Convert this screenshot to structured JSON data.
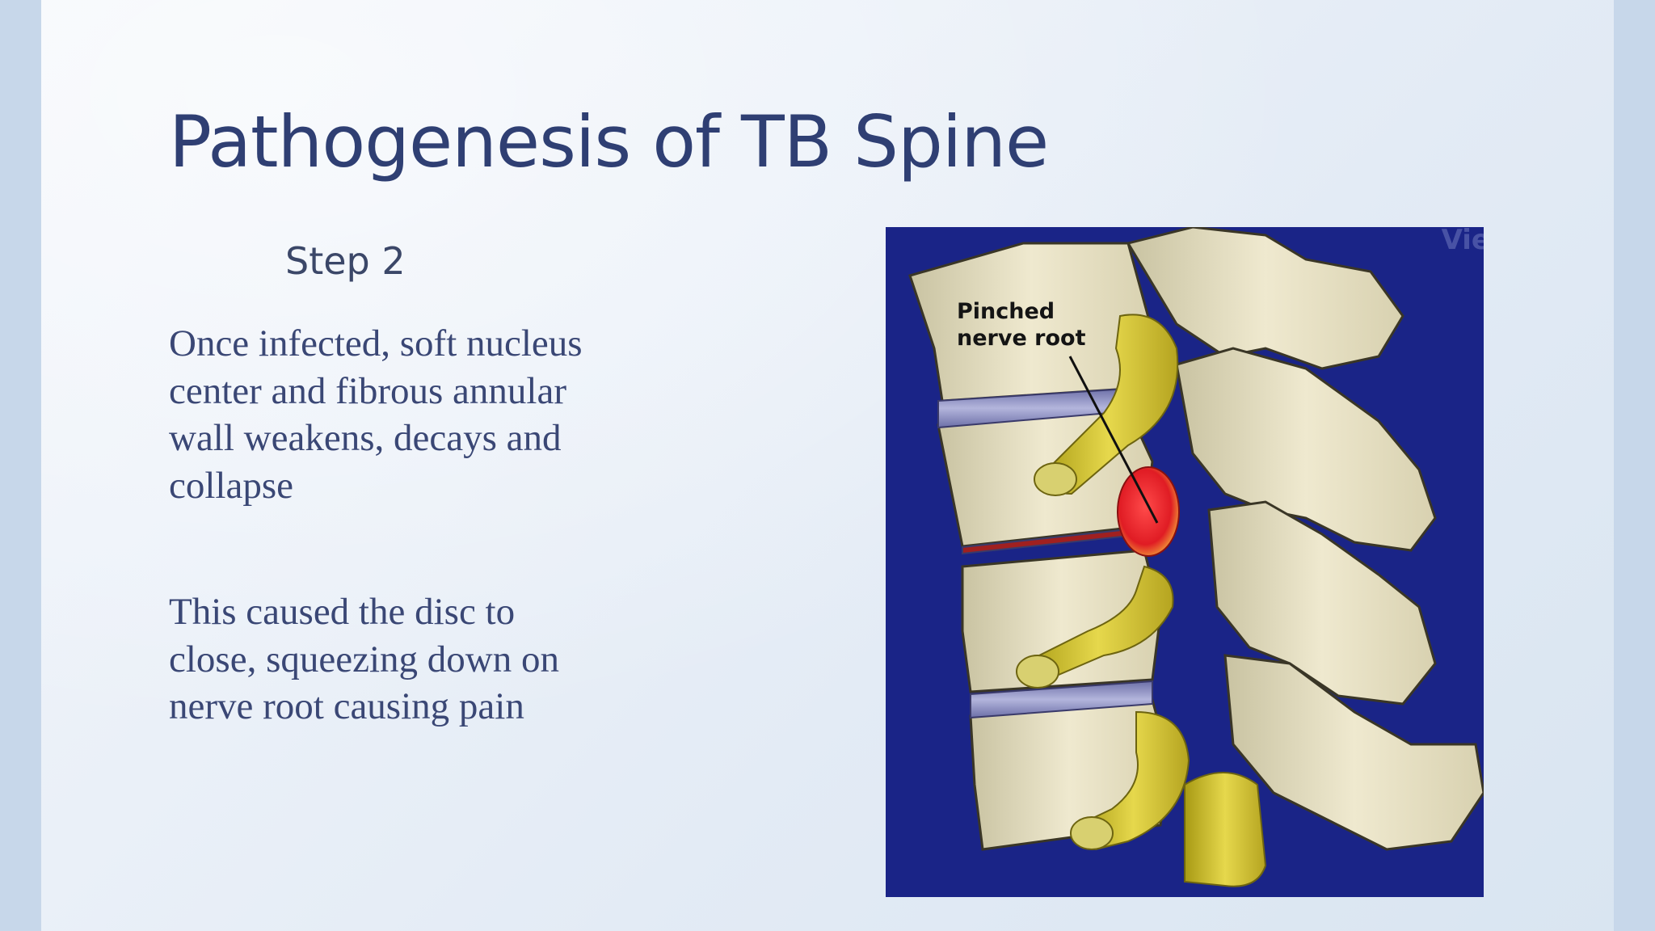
{
  "slide": {
    "title": "Pathogenesis of TB Spine",
    "step_label": "Step 2",
    "paragraphs": [
      "Once infected, soft nucleus center and fibrous annular wall weakens, decays and collapse",
      "This caused the disc to close, squeezing down on nerve root causing pain"
    ]
  },
  "figure": {
    "label_line1": "Pinched",
    "label_line2": "nerve root",
    "watermark": "Vie",
    "colors": {
      "background": "#1a2487",
      "bone": "#ece6c8",
      "nerve": "#d9c93a",
      "inflamed": "#e8242c",
      "disc": "#8d8fc0"
    }
  }
}
